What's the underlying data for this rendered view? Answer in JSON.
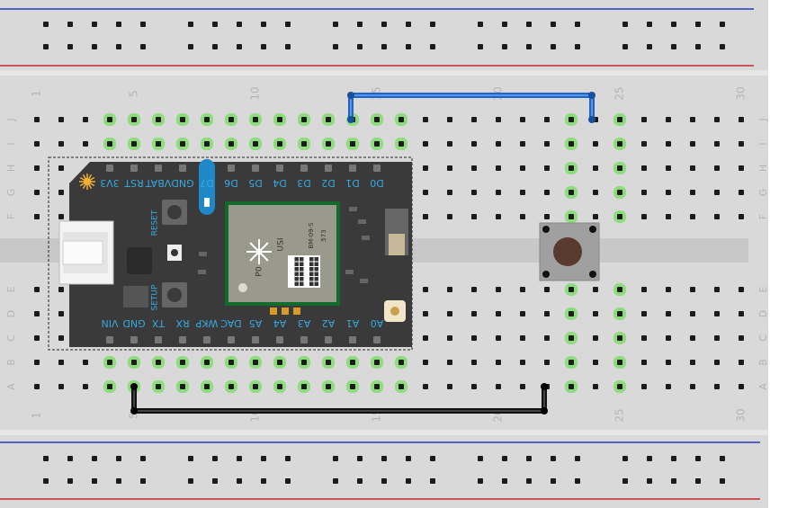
{
  "breadboard": {
    "column_numbers": [
      "1",
      "5",
      "10",
      "15",
      "20",
      "25",
      "30"
    ],
    "row_letters_top": [
      "J",
      "I",
      "H",
      "G",
      "F"
    ],
    "row_letters_bottom": [
      "E",
      "D",
      "C",
      "B",
      "A"
    ],
    "colors": {
      "board": "#d9d9d9",
      "hole": "#1b1b1b",
      "connected": "#8fdc7e",
      "rail_blue": "#2b35c4",
      "rail_red": "#c42b2b",
      "label": "#b5b5b5"
    }
  },
  "photon": {
    "top_pins": [
      "3V3",
      "RST",
      "VBAT",
      "GND",
      "D7",
      "D6",
      "D5",
      "D4",
      "D3",
      "D2",
      "D1",
      "D0"
    ],
    "bottom_pins": [
      "VIN",
      "GND",
      "TX",
      "RX",
      "WKP",
      "DAC",
      "A5",
      "A4",
      "A3",
      "A2",
      "A1",
      "A0"
    ],
    "buttons": [
      "RESET",
      "SETUP"
    ],
    "module_text": [
      "USI",
      "BM-09-S",
      "P0",
      "573"
    ],
    "colors": {
      "body": "#3a3a3a",
      "pin_label": "#36a9e1",
      "module": "#9a9a8c"
    }
  },
  "wires": [
    {
      "name": "blue-wire",
      "color": "#1f64c8"
    },
    {
      "name": "black-wire",
      "color": "#111111"
    }
  ],
  "pushbutton": {
    "colors": {
      "body": "#a0a0a0",
      "cap": "#5a3a2e"
    }
  }
}
